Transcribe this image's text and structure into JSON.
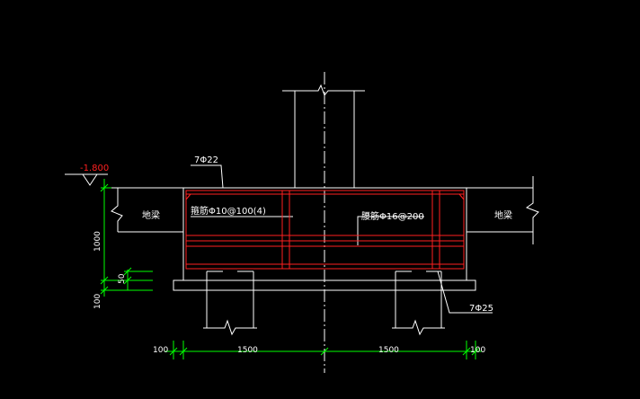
{
  "colors": {
    "background": "#000000",
    "line": "#ffffff",
    "rebar": "#ff2020",
    "dimension": "#00ff00",
    "elevation_text": "#ff2020"
  },
  "labels": {
    "elevation": "-1.800",
    "top_rebar": "7Φ22",
    "stirrup": "箍筋Φ10@100(4)",
    "waist_rebar": "腰筋Φ16@200",
    "left_beam": "地梁",
    "right_beam": "地梁",
    "bottom_rebar": "7Φ25"
  },
  "dimensions": {
    "height_1000": "1000",
    "cover_50": "50",
    "pad_100": "100",
    "left_100": "100",
    "span_left": "1500",
    "span_right": "1500",
    "right_100": "100"
  }
}
